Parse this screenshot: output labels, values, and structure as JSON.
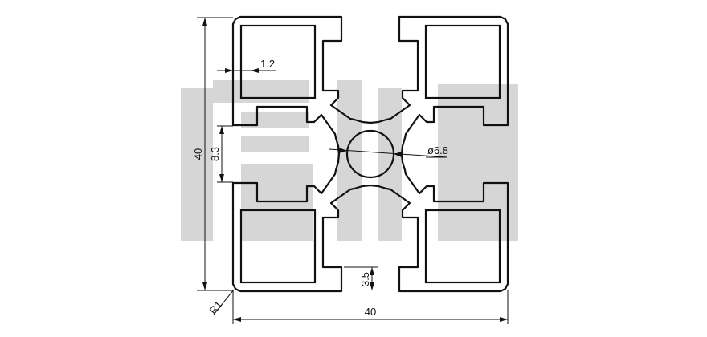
{
  "drawing": {
    "title": "40x40 aluminium extrusion profile cross-section",
    "watermark": "信鹏",
    "dimensions": {
      "height": "40",
      "width": "40",
      "slot_width": "8.3",
      "wall_thickness": "1.2",
      "center_hole": "ø6.8",
      "slot_depth": "3.5",
      "corner_radius": "R1"
    },
    "colors": {
      "line": "#111111",
      "watermark": "#d6d6d6"
    }
  }
}
